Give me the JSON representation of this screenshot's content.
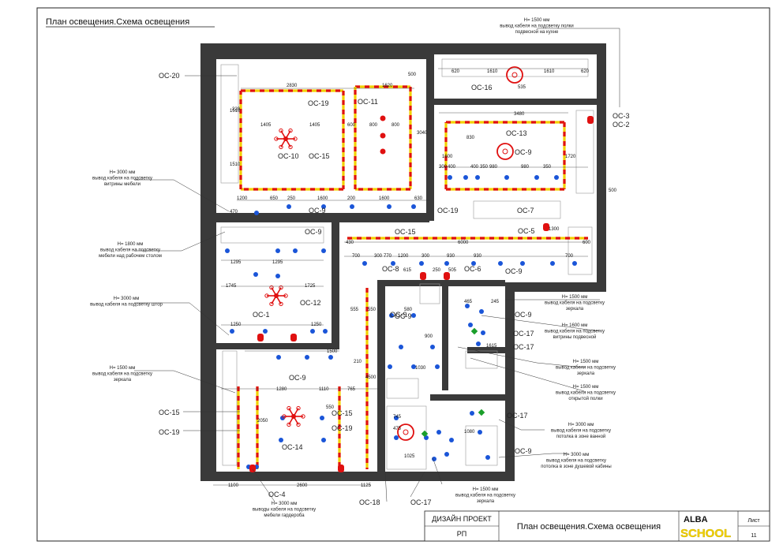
{
  "sheet": {
    "title": "План освещения.Схема освещения",
    "stamp": {
      "project_label": "ДИЗАЙН ПРОЕКТ",
      "stage": "РП",
      "sheet_title": "План освещения.Схема освещения",
      "logo_line1": "ALBA",
      "logo_line2": "SCHOOL",
      "sheet_label": "Лист",
      "sheet_number": "11"
    }
  },
  "colors": {
    "wall": "#3a3a3a",
    "led_strip_red": "#e01010",
    "led_strip_yellow": "#f2d000",
    "spot_blue": "#1a55d8",
    "group_red": "#e01010",
    "sensor_green": "#1a9e2a"
  },
  "labels": [
    {
      "id": "oc20",
      "text": "ОС-20"
    },
    {
      "id": "oc19_a",
      "text": "ОС-19"
    },
    {
      "id": "oc11",
      "text": "ОС-11"
    },
    {
      "id": "oc10",
      "text": "ОС-10"
    },
    {
      "id": "oc15_a",
      "text": "ОС-15"
    },
    {
      "id": "oc9_a",
      "text": "ОС-9"
    },
    {
      "id": "oc16",
      "text": "ОС-16"
    },
    {
      "id": "oc13",
      "text": "ОС-13"
    },
    {
      "id": "oc9_b",
      "text": "ОС-9"
    },
    {
      "id": "oc3",
      "text": "ОС-3"
    },
    {
      "id": "oc2",
      "text": "ОС-2"
    },
    {
      "id": "oc19_b",
      "text": "ОС-19"
    },
    {
      "id": "oc7",
      "text": "ОС-7"
    },
    {
      "id": "oc5",
      "text": "ОС-5"
    },
    {
      "id": "oc15_b",
      "text": "ОС-15"
    },
    {
      "id": "oc9_c",
      "text": "ОС-9"
    },
    {
      "id": "oc8",
      "text": "ОС-8"
    },
    {
      "id": "oc6",
      "text": "ОС-6"
    },
    {
      "id": "oc9_d",
      "text": "ОС-9"
    },
    {
      "id": "oc12",
      "text": "ОС-12"
    },
    {
      "id": "oc1",
      "text": "ОС-1"
    },
    {
      "id": "oc9_e",
      "text": "ОС-9"
    },
    {
      "id": "oc9_f",
      "text": "ОС-9"
    },
    {
      "id": "oc9_g",
      "text": "ОС-9"
    },
    {
      "id": "oc17_a",
      "text": "ОС-17"
    },
    {
      "id": "oc17_b",
      "text": "ОС-17"
    },
    {
      "id": "oc15_c",
      "text": "ОС-15"
    },
    {
      "id": "oc19_c",
      "text": "ОС-19"
    },
    {
      "id": "oc15_d",
      "text": "ОС-15"
    },
    {
      "id": "oc19_d",
      "text": "ОС-19"
    },
    {
      "id": "oc14",
      "text": "ОС-14"
    },
    {
      "id": "oc4",
      "text": "ОС-4"
    },
    {
      "id": "oc18",
      "text": "ОС-18"
    },
    {
      "id": "oc17_c",
      "text": "ОС-17"
    },
    {
      "id": "oc17_d",
      "text": "ОС-17"
    },
    {
      "id": "oc9_h",
      "text": "ОС-9"
    },
    {
      "id": "oc9_i",
      "text": "ОС-9"
    }
  ],
  "notes": [
    {
      "id": "n_kitchen",
      "lines": [
        "Н= 1500 мм",
        "вывод кабеля на подсветку полки",
        "подвесной на кухне"
      ]
    },
    {
      "id": "n_vitrine",
      "lines": [
        "Н= 3000 мм",
        "вывод кабеля на подсветку",
        "витрины мебели"
      ]
    },
    {
      "id": "n_desk",
      "lines": [
        "Н= 1800 мм",
        "вывод кабеля на подсветку",
        "мебели над рабочем столом"
      ]
    },
    {
      "id": "n_curtain",
      "lines": [
        "Н= 3000 мм",
        "вывод кабеля на подсветку штор"
      ]
    },
    {
      "id": "n_mirror1",
      "lines": [
        "Н= 1500 мм",
        "вывод кабеля на подсветку",
        "зеркала"
      ]
    },
    {
      "id": "n_mirror2",
      "lines": [
        "Н= 1500 мм",
        "вывод кабеля на подсветку",
        "зеркала"
      ]
    },
    {
      "id": "n_vitrine2",
      "lines": [
        "Н= 1600 мм",
        "вывод кабеля на подсветку",
        "витрины подвесной"
      ]
    },
    {
      "id": "n_mirror3",
      "lines": [
        "Н= 1500 мм",
        "вывод кабеля на подсветку",
        "зеркала"
      ]
    },
    {
      "id": "n_shelf",
      "lines": [
        "Н= 1500 мм",
        "вывод кабеля на подсветку",
        "открытой полки"
      ]
    },
    {
      "id": "n_bath",
      "lines": [
        "Н= 3000 мм",
        "вывод кабеля на подсветку",
        "потолка в зоне ванной"
      ]
    },
    {
      "id": "n_shower",
      "lines": [
        "Н= 3000 мм",
        "вывод кабеля на подсветку",
        "потолка в зоне душевой кабины"
      ]
    },
    {
      "id": "n_wardrobe",
      "lines": [
        "Н= 3000 мм",
        "выводы кабеля на подсветку",
        "мебели гардероба"
      ]
    },
    {
      "id": "n_mirror4",
      "lines": [
        "Н= 1500 мм",
        "вывод кабеля на подсветку",
        "зеркала"
      ]
    }
  ],
  "dimensions": [
    "2830",
    "1620",
    "500",
    "600",
    "1405",
    "1405",
    "800",
    "800",
    "1510",
    "1510",
    "220",
    "3040",
    "1200",
    "650",
    "250",
    "1600",
    "200",
    "1600",
    "630",
    "620",
    "1610",
    "1610",
    "620",
    "535",
    "3480",
    "830",
    "1600",
    "350",
    "980",
    "980",
    "350",
    "1720",
    "300",
    "400",
    "400",
    "500",
    "470",
    "1300",
    "6000",
    "430",
    "700",
    "300",
    "770",
    "1200",
    "930",
    "930",
    "300",
    "700",
    "615",
    "250",
    "505",
    "600",
    "1295",
    "1295",
    "1745",
    "1725",
    "1250",
    "1250",
    "1500",
    "465",
    "245",
    "580",
    "555",
    "550",
    "210",
    "1280",
    "1110",
    "765",
    "550",
    "4500",
    "2050",
    "1080",
    "1100",
    "2600",
    "1125",
    "745",
    "1025",
    "475",
    "900",
    "1615",
    "1030"
  ]
}
